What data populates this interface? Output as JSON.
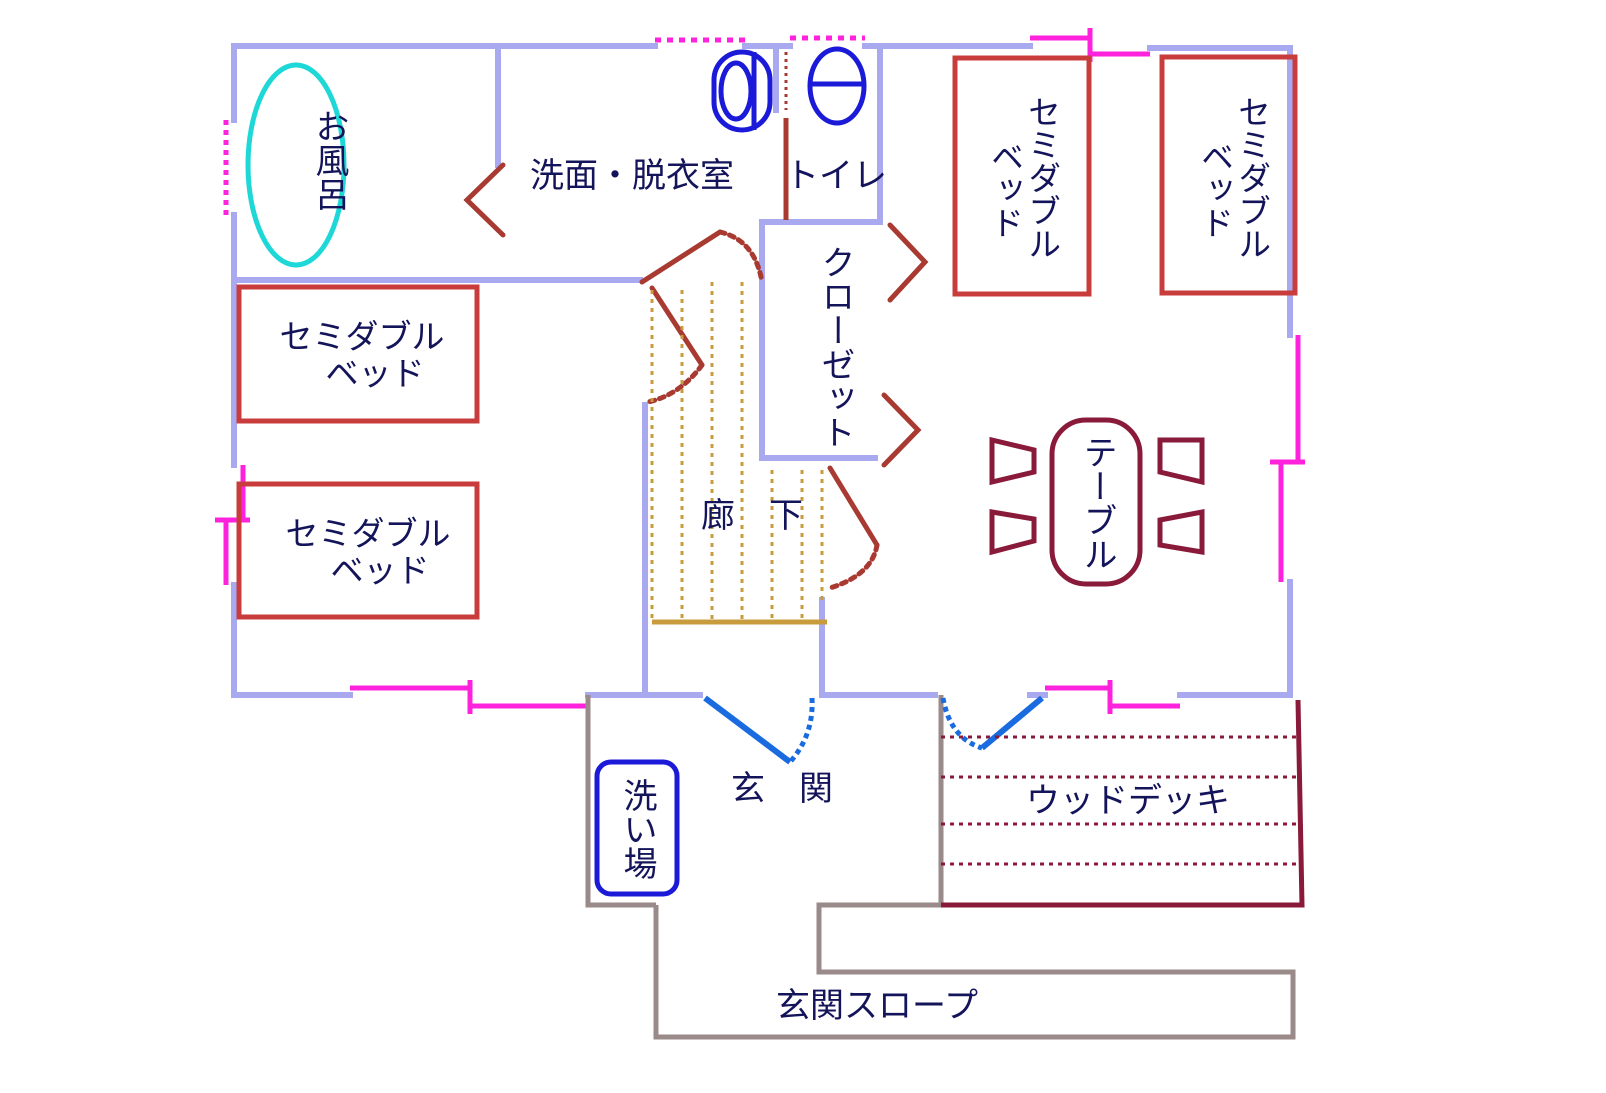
{
  "colors": {
    "wall": "#a9a9f0",
    "window": "#ff22dd",
    "door": "#a83a32",
    "bed": "#c83c3c",
    "table": "#8a1a3a",
    "deck": "#8a1a3a",
    "hall_lines": "#c89b3c",
    "bath": "#1ed8d8",
    "fixture_blue": "#1a1ad8",
    "entrance_door": "#1a6be0",
    "slope": "#9a8a8a",
    "text": "#14145a"
  },
  "rooms": {
    "bath": "お風呂",
    "washroom": "洗面・脱衣室",
    "toilet": "トイレ",
    "closet": "クローゼット",
    "hallway": "廊　下",
    "entrance": "玄　関",
    "wash_area": "洗い場",
    "wood_deck": "ウッドデッキ",
    "slope": "玄関スロープ",
    "table": "テーブル"
  },
  "beds": {
    "line1": "セミダブル",
    "line2": "ベッド"
  }
}
